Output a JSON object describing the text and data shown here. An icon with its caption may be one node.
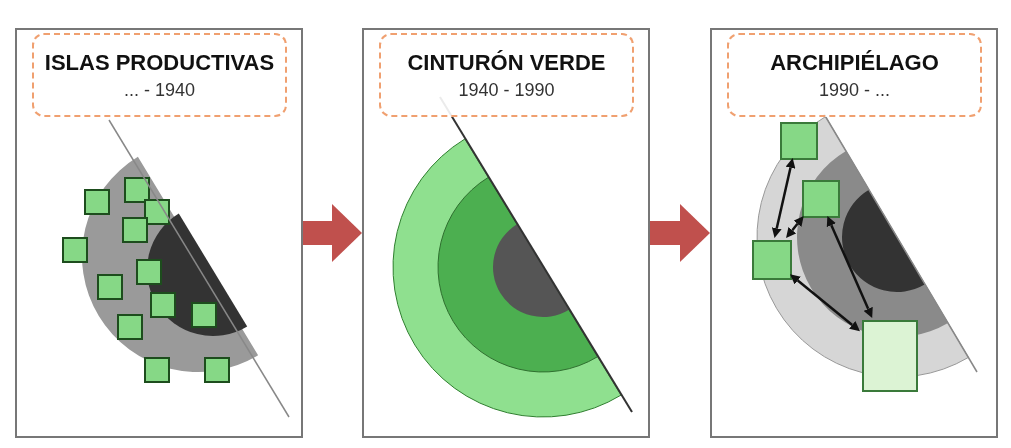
{
  "diagram": {
    "nodes": [
      {
        "text": [],
        "shape": "box"
      },
      {
        "text": [
          "ISLAS PRODUCTIVAS",
          "... - 1940"
        ],
        "in": 0
      },
      {
        "text": [],
        "shape": "box"
      },
      {
        "text": [
          "CINTURÓN VERDE",
          "1940 - 1990"
        ],
        "in": 2
      },
      {
        "text": [],
        "shape": "box"
      },
      {
        "text": [
          "ARCHIPIÉLAGO",
          "1990 - ..."
        ],
        "in": 4
      },
      {
        "text": [],
        "shape": "box",
        "in": 4
      },
      {
        "text": [],
        "shape": "box",
        "in": 4
      },
      {
        "text": [],
        "shape": "box",
        "in": 4
      },
      {
        "text": [],
        "shape": "box",
        "in": 4
      }
    ],
    "edges": [
      {
        "from": 0,
        "to": 2,
        "arrow": "to",
        "style": "thick",
        "color": "#c0504d"
      },
      {
        "from": 2,
        "to": 4,
        "arrow": "to",
        "style": "thick",
        "color": "#c0504d"
      },
      {
        "from": 6,
        "to": 8,
        "arrow": "both"
      },
      {
        "from": 8,
        "to": 7,
        "arrow": "both"
      },
      {
        "from": 7,
        "to": 9,
        "arrow": "both"
      },
      {
        "from": 8,
        "to": 9,
        "arrow": "both"
      }
    ]
  }
}
